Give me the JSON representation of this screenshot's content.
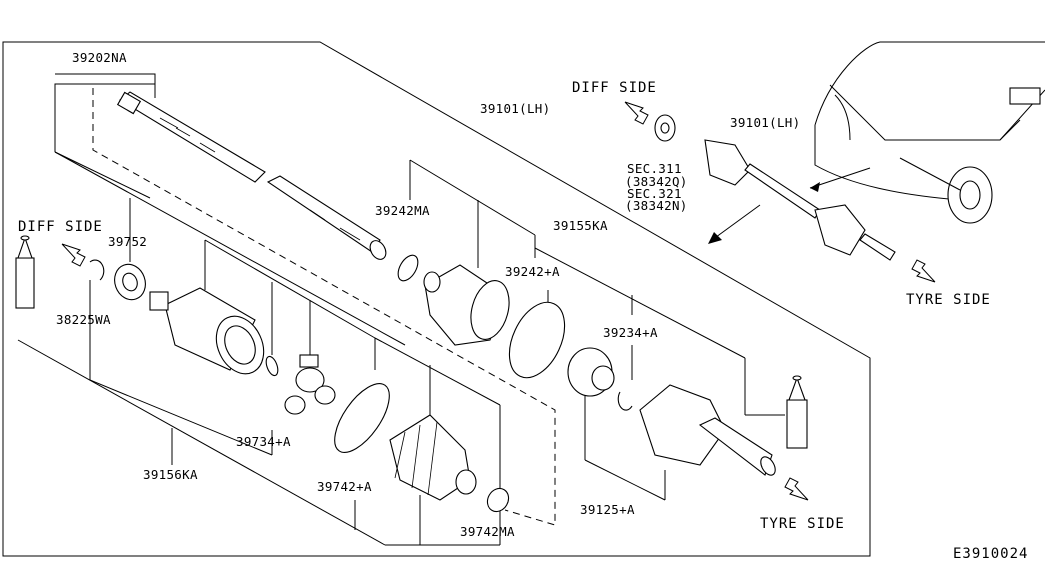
{
  "diagram": {
    "code": "E3910024",
    "directions": {
      "diff_side_left": "DIFF SIDE",
      "diff_side_top": "DIFF SIDE",
      "tyre_side_top": "TYRE SIDE",
      "tyre_side_bottom": "TYRE SIDE"
    },
    "parts": {
      "p39202NA": "39202NA",
      "p39101LH": "39101(LH)",
      "p39101LH_inset": "39101(LH)",
      "p39242MA": "39242MA",
      "p39155KA": "39155KA",
      "p39752": "39752",
      "p39242A": "39242+A",
      "p38225WA": "38225WA",
      "p39234A": "39234+A",
      "p39734A": "39734+A",
      "p39156KA": "39156KA",
      "p39742A": "39742+A",
      "p39125A": "39125+A",
      "p39742MA": "39742MA"
    },
    "sections": {
      "sec311": "SEC.311",
      "sec311_code": "(38342Q)",
      "sec321": "SEC.321",
      "sec321_code": "(38342N)"
    }
  }
}
